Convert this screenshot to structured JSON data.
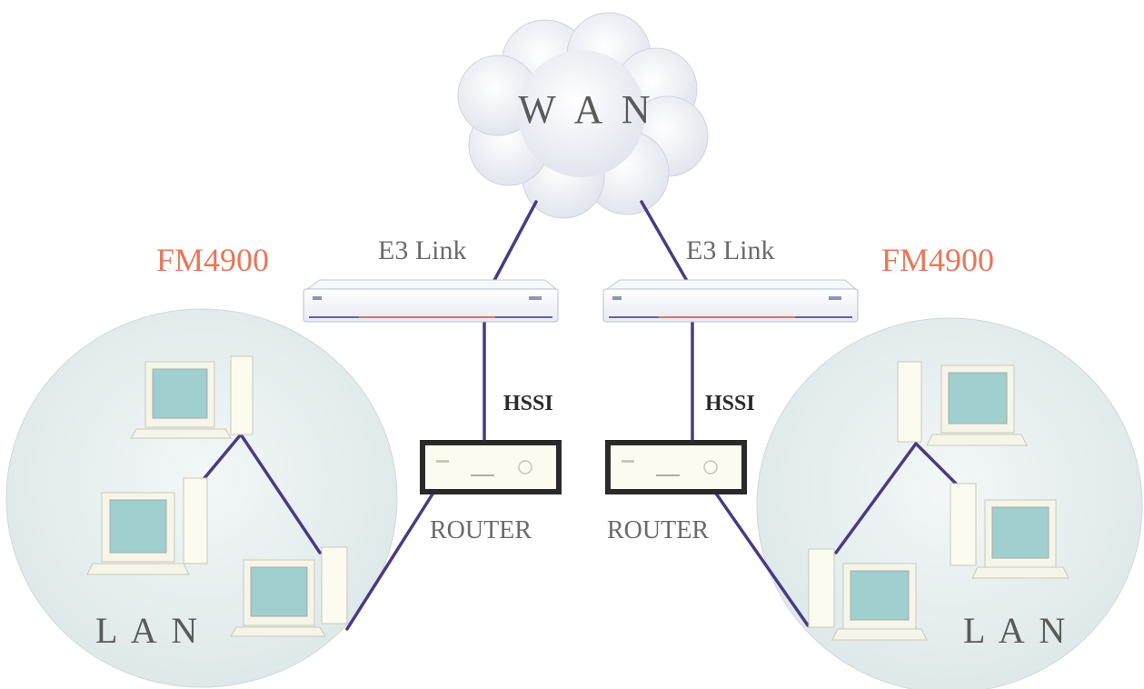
{
  "colors": {
    "line": "#4a3a86",
    "brand": "#e8775a",
    "cloud": "#eef0f5",
    "lan_disc": "#e4ecec",
    "screen": "#9fcfcf",
    "device_body": "#fbfbf0"
  },
  "wan": {
    "label": "W A N"
  },
  "left": {
    "fm_label": "FM4900",
    "e3_label": "E3 Link",
    "hssi_label": "HSSI",
    "router_label": "ROUTER",
    "lan_label": "L A N"
  },
  "right": {
    "fm_label": "FM4900",
    "e3_label": "E3 Link",
    "hssi_label": "HSSI",
    "router_label": "ROUTER",
    "lan_label": "L A N"
  }
}
